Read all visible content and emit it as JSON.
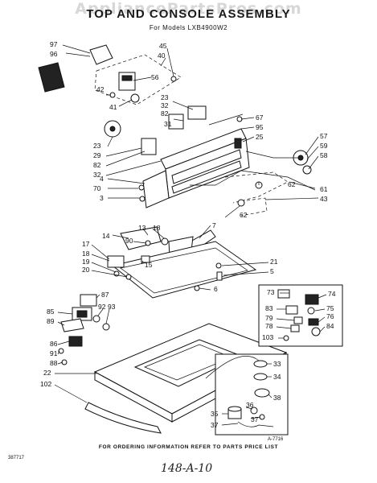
{
  "header": {
    "watermark": "AppliancePartsPros.com",
    "title": "TOP AND CONSOLE ASSEMBLY",
    "subtitle": "For Models LXB4900W2"
  },
  "footer": {
    "ordering_note": "FOR ORDERING INFORMATION REFER TO PARTS PRICE LIST",
    "left_code": "387717",
    "figure_code": "A-7716",
    "handwritten_note": "148-A-10"
  },
  "callouts": {
    "c97": "97",
    "c96": "96",
    "c45": "45",
    "c40": "40",
    "c42": "42",
    "c56": "56",
    "c41": "41",
    "c23a": "23",
    "c32a": "32",
    "c82a": "82",
    "c31": "31",
    "c67": "67",
    "c95": "95",
    "c25": "25",
    "c57": "57",
    "c59": "59",
    "c58": "58",
    "c23b": "23",
    "c29": "29",
    "c82b": "82",
    "c32b": "32",
    "c4": "4",
    "c70": "70",
    "c3": "3",
    "c62a": "62",
    "c61": "61",
    "c43": "43",
    "c62b": "62",
    "c7": "7",
    "c13": "13",
    "c18": "18",
    "c14": "14",
    "c90": "90",
    "c17": "17",
    "c18b": "18",
    "c19": "19",
    "c20": "20",
    "c15": "15",
    "c21": "21",
    "c5": "5",
    "c6": "6",
    "c87": "87",
    "c85": "85",
    "c89": "89",
    "c92": "92",
    "c93": "93",
    "c86": "86",
    "c91": "91",
    "c88": "88",
    "c22": "22",
    "c102": "102",
    "c73": "73",
    "c74": "74",
    "c83": "83",
    "c79": "79",
    "c75": "75",
    "c76": "76",
    "c78": "78",
    "c84": "84",
    "c103": "103",
    "c33": "33",
    "c34": "34",
    "c38": "38",
    "c36": "36",
    "c35": "35",
    "c37a": "37",
    "c37b": "37"
  }
}
